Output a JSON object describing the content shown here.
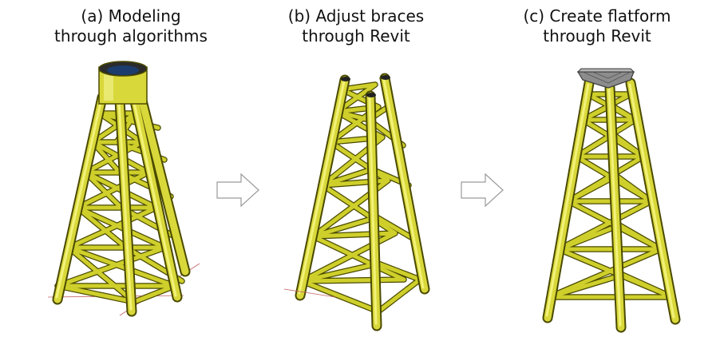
{
  "panels": [
    {
      "id": "a",
      "caption_line1": "(a) Modeling",
      "caption_line2": "through algorithms"
    },
    {
      "id": "b",
      "caption_line1": "(b) Adjust braces",
      "caption_line2": "through Revit"
    },
    {
      "id": "c",
      "caption_line1": "(c) Create flatform",
      "caption_line2": "through Revit"
    }
  ],
  "colors": {
    "steel_yellow": "#d9d83a",
    "steel_outline": "#4a4a00",
    "platform_gray": "#8c8c8c",
    "arrow_stroke": "#9a9a9a"
  }
}
